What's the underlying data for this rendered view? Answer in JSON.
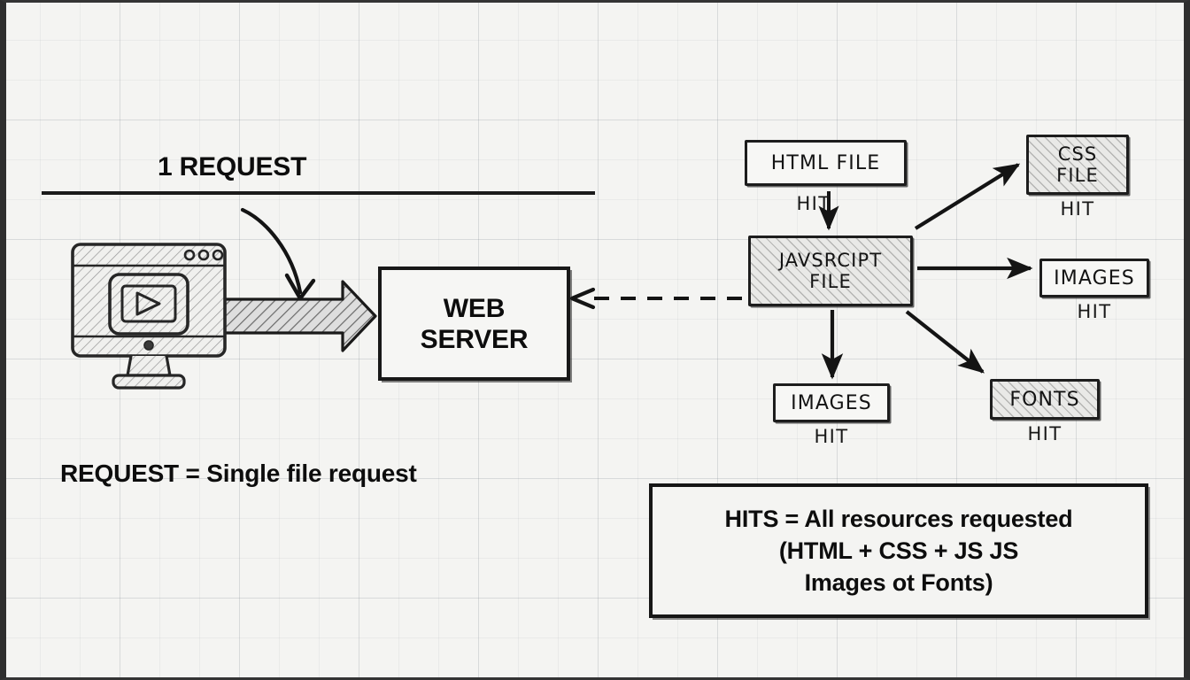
{
  "page": {
    "background": "#f4f4f2",
    "ink": "#141414"
  },
  "left_panel": {
    "title": "1 REQUEST",
    "caption": "REQUEST = Single file request",
    "client_icon": "browser-monitor-play-icon",
    "server": {
      "line1": "WEB",
      "line2": "SERVER"
    },
    "flow_arrow": "thick-block-arrow-right",
    "pointer_arrow": "curved-arrow-down-right"
  },
  "right_panel": {
    "hit_label": "HIT",
    "nodes": [
      {
        "id": "html-file",
        "label": "HTML FILE",
        "hatched": false,
        "hit": "HIT"
      },
      {
        "id": "javascript-file",
        "label_line1": "JAVSRCIPT",
        "label_line2": "FILE",
        "hatched": true,
        "hit": ""
      },
      {
        "id": "css-file",
        "label_line1": "CSS",
        "label_line2": "FILE",
        "hatched": true,
        "hit": "HIT"
      },
      {
        "id": "images-right",
        "label": "IMAGES",
        "hatched": false,
        "hit": "HIT"
      },
      {
        "id": "images-bottom",
        "label": "IMAGES",
        "hatched": false,
        "hit": "HIT"
      },
      {
        "id": "fonts",
        "label": "FONTS",
        "hatched": true,
        "hit": "HIT"
      }
    ],
    "return_arrow": "dashed-arrow-left-to-server"
  },
  "legend": {
    "line1": "HITS = All resources requested",
    "line2": "(HTML + CSS + JS    JS",
    "line3": "Images ot Fonts)"
  }
}
